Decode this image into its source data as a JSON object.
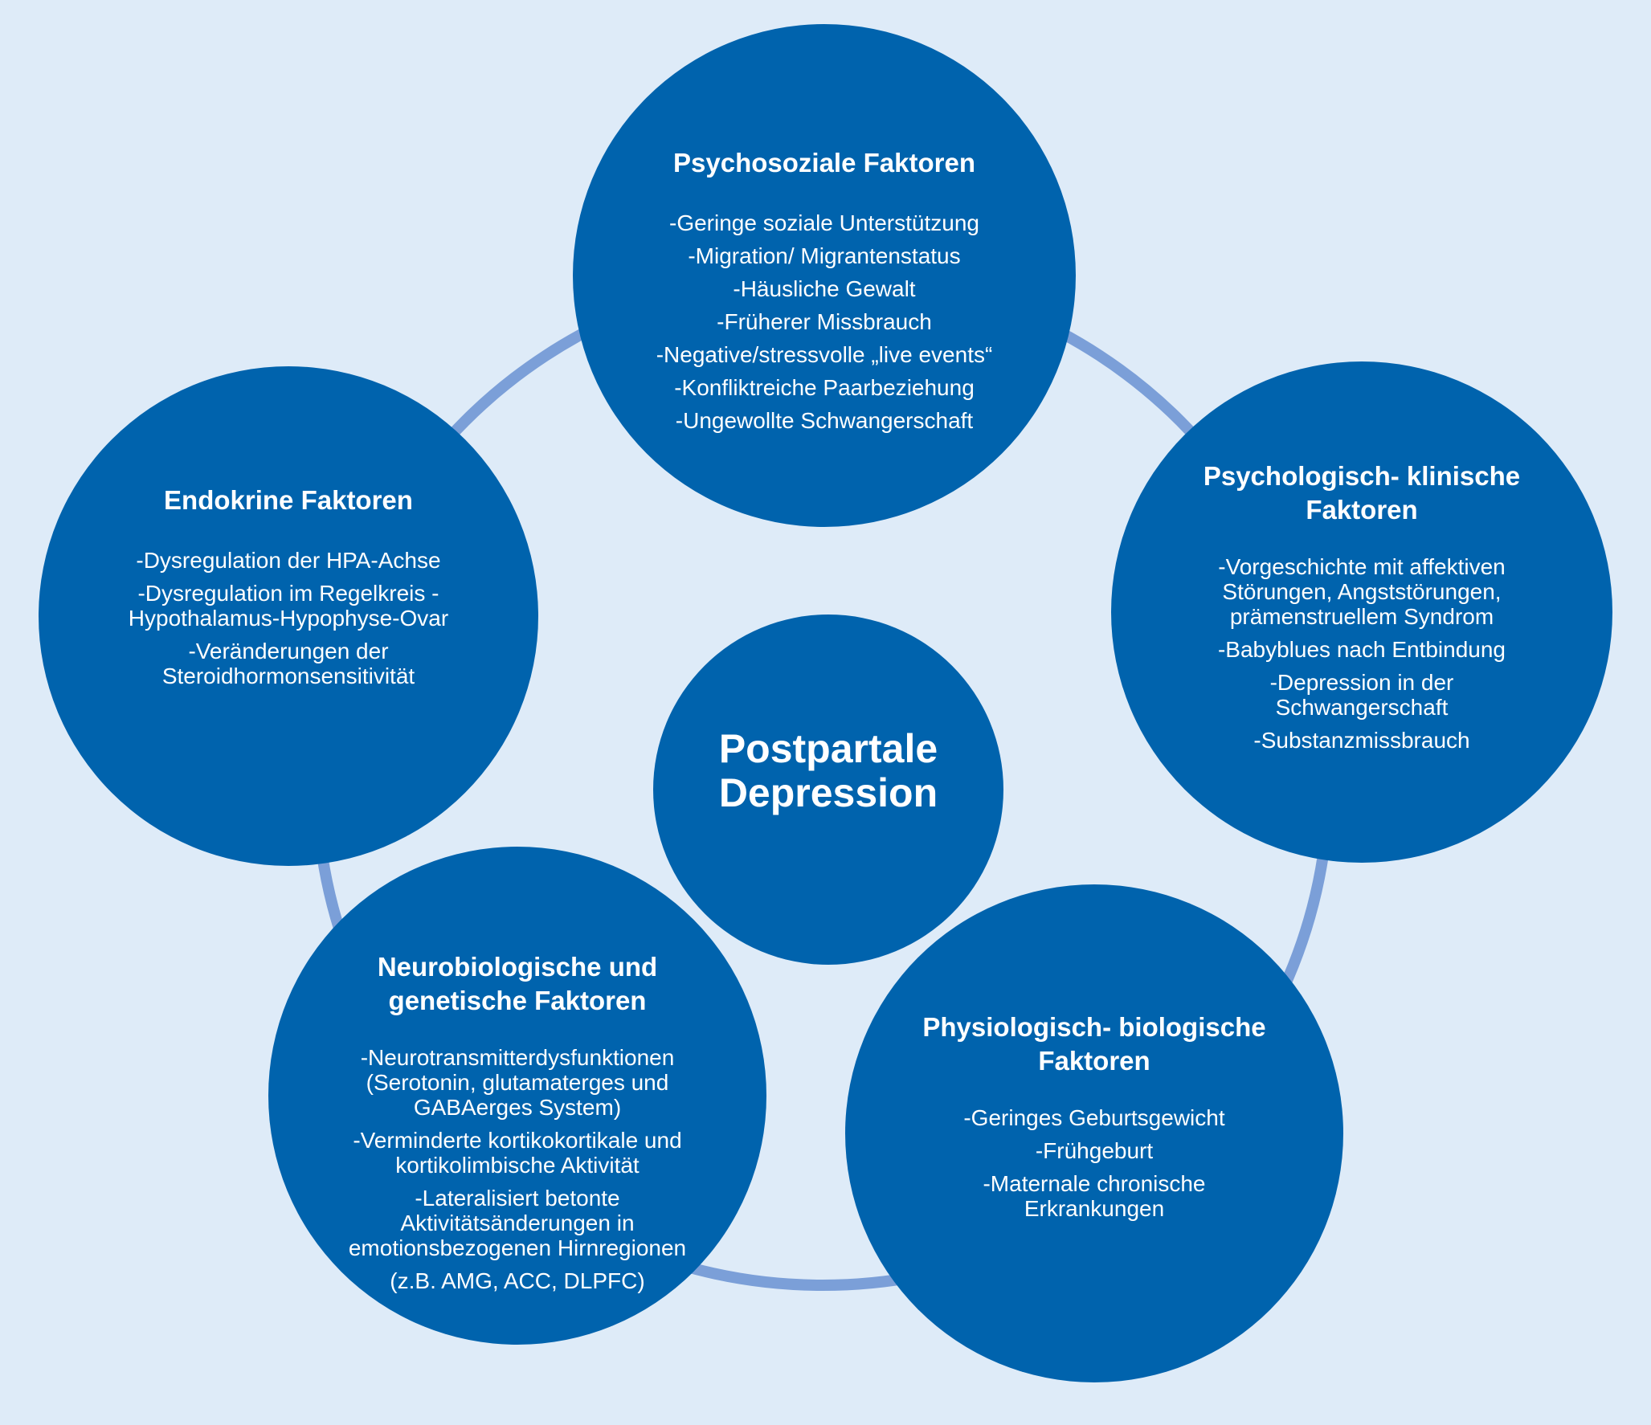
{
  "colors": {
    "background": "#deebf8",
    "circle_fill": "#0063ad",
    "ring_stroke": "#7b9fd8",
    "text": "#ffffff"
  },
  "center": {
    "title": "Postpartale\nDepression"
  },
  "nodes": [
    {
      "title": "Psychosoziale Faktoren",
      "items": [
        "-Geringe soziale Unterstützung",
        "-Migration/ Migrantenstatus",
        "-Häusliche Gewalt",
        "-Früherer Missbrauch",
        "-Negative/stressvolle  „live events“",
        "-Konfliktreiche Paarbeziehung",
        "-Ungewollte Schwangerschaft"
      ]
    },
    {
      "title": "Psychologisch- klinische\nFaktoren",
      "items": [
        "-Vorgeschichte mit affektiven\nStörungen, Angststörungen,\nprämenstruellem Syndrom",
        "-Babyblues nach Entbindung",
        "-Depression in der\nSchwangerschaft",
        "-Substanzmissbrauch"
      ]
    },
    {
      "title": "Physiologisch- biologische\nFaktoren",
      "items": [
        "-Geringes Geburtsgewicht",
        "-Frühgeburt",
        "-Maternale chronische\nErkrankungen"
      ]
    },
    {
      "title": "Neurobiologische und\ngenetische Faktoren",
      "items": [
        "-Neurotransmitterdysfunktionen\n(Serotonin, glutamaterges und\nGABAerges System)",
        "-Verminderte kortikokortikale und\nkortikolimbische Aktivität",
        "-Lateralisiert betonte\nAktivitätsänderungen  in\nemotionsbezogenen Hirnregionen",
        "(z.B. AMG, ACC, DLPFC)"
      ]
    },
    {
      "title": "Endokrine Faktoren",
      "items": [
        "-Dysregulation der HPA-Achse",
        "-Dysregulation im Regelkreis -\nHypothalamus-Hypophyse-Ovar",
        "-Veränderungen der\nSteroidhormonsensitivität"
      ]
    }
  ]
}
